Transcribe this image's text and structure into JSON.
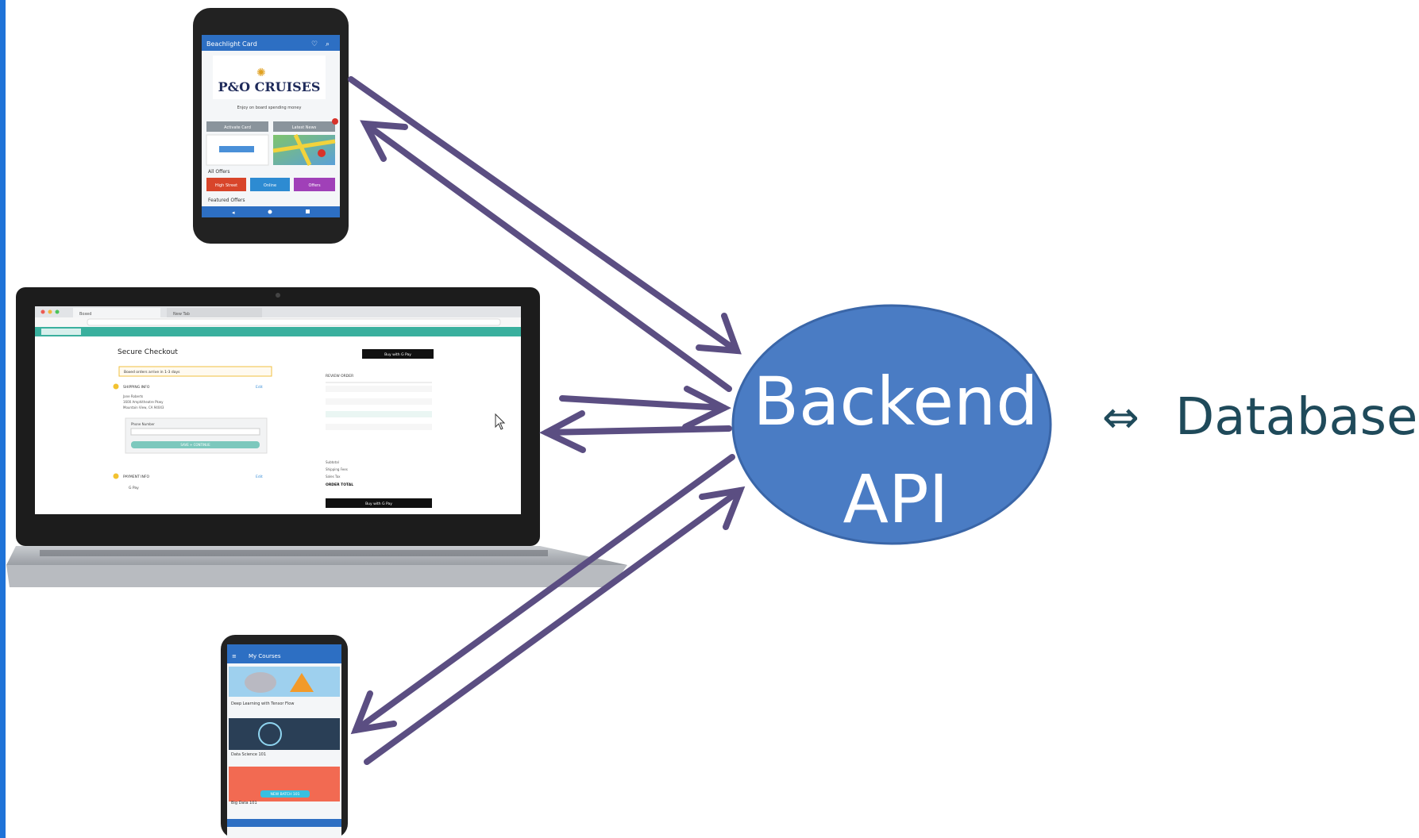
{
  "colors": {
    "accent_bar": "#1f73d8",
    "arrow": "#5b4e82",
    "api_fill": "#4a7cc4",
    "api_stroke": "#3a66a8",
    "database_text": "#1f4a5a"
  },
  "backend": {
    "line1": "Backend",
    "line2": "API"
  },
  "database": {
    "arrow_symbol": "⇔",
    "label": "Database"
  },
  "phone_top": {
    "app_title": "Beachlight Card",
    "brand": "P&O CRUISES",
    "tagline": "Enjoy on board spending money",
    "tiles": [
      "Activate Card",
      "Latest News"
    ],
    "section_all_offers": "All Offers",
    "offer_buttons": [
      "High Street",
      "Online",
      "Offers"
    ],
    "section_featured": "Featured Offers"
  },
  "laptop": {
    "tabs": [
      "Boxed",
      "New Tab"
    ],
    "page_title": "Secure Checkout",
    "notice": "Boxed orders arrive in 1-3 days",
    "shipping_label": "SHIPPING INFO",
    "edit": "Edit",
    "address_lines": [
      "Jane Roberts",
      "1600 Amphitheatre Pkwy",
      "Mountain View, CA 94043"
    ],
    "phone_label": "Phone Number",
    "continue_button": "SAVE + CONTINUE",
    "payment_label": "PAYMENT INFO",
    "pay_option": "G Pay",
    "buy_button_top": "Buy with G Pay",
    "buy_button_bottom": "Buy with G Pay",
    "review_label": "REVIEW ORDER",
    "summary_rows": [
      "Subtotal",
      "Shipping Fees",
      "Sales Tax",
      "ORDER TOTAL"
    ]
  },
  "phone_bottom": {
    "app_title": "My Courses",
    "courses": [
      "Deep Learning with Tensor Flow",
      "Data Science 101",
      "Big Data 101"
    ],
    "badge": "NEW BATCH 101"
  }
}
